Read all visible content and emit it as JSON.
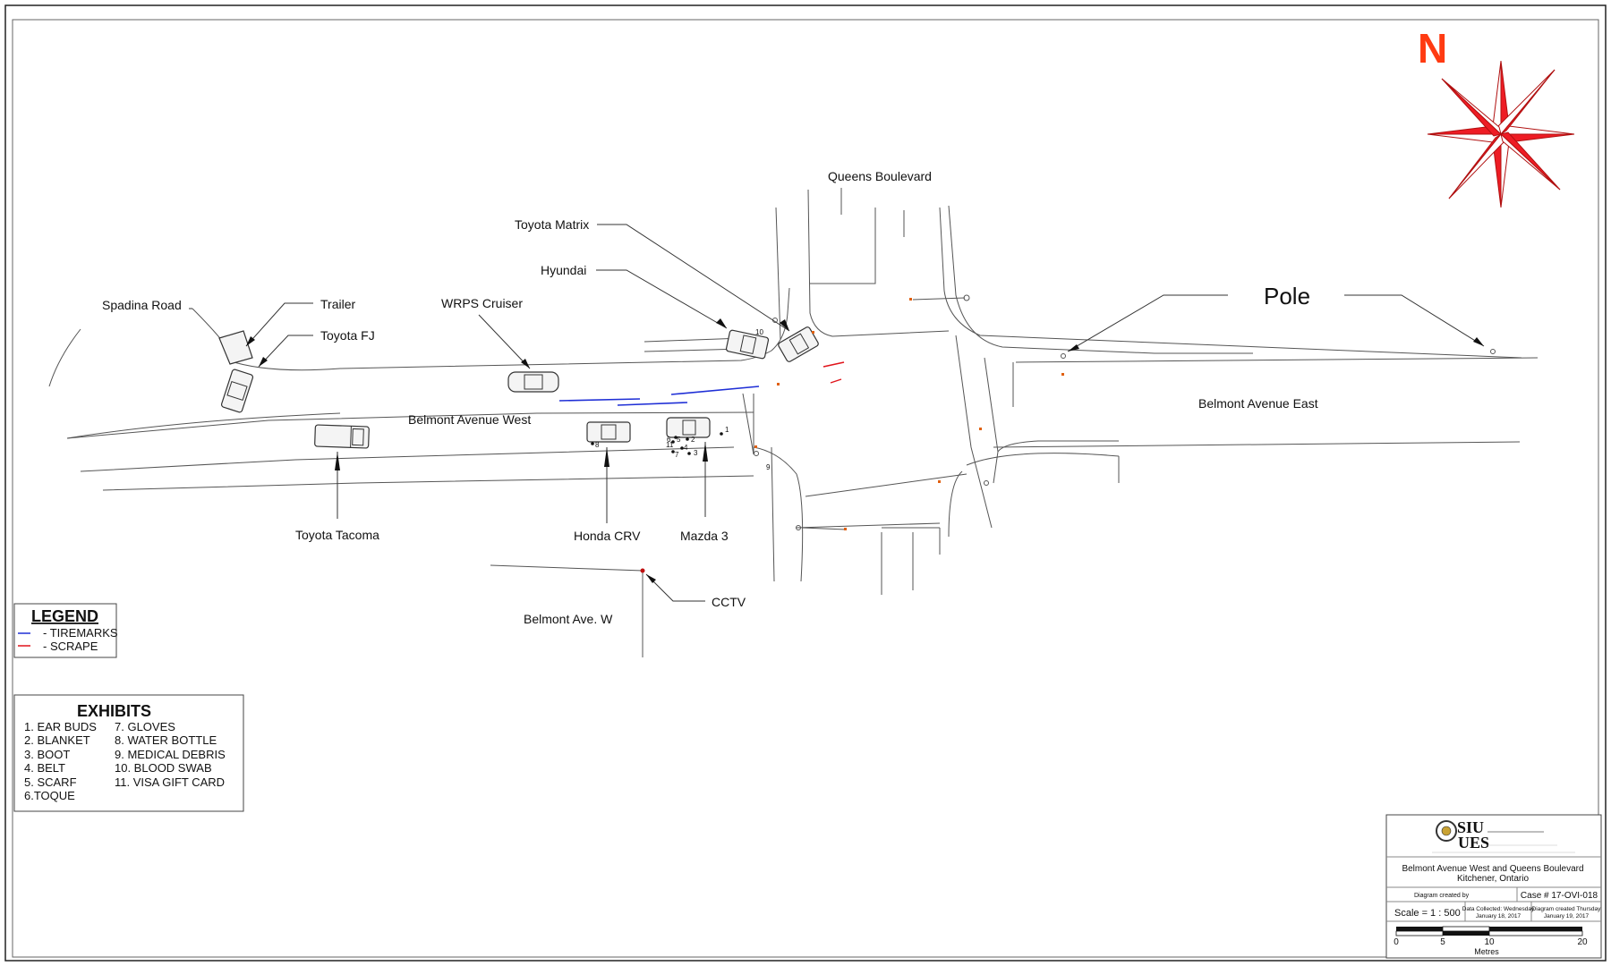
{
  "compass": {
    "letter": "N",
    "color": "#ff3b12",
    "star_color": "#ee1c24"
  },
  "labels": {
    "queens_blvd": "Queens Boulevard",
    "toyota_matrix": "Toyota Matrix",
    "hyundai": "Hyundai",
    "spadina_road": "Spadina Road",
    "trailer": "Trailer",
    "toyota_fj": "Toyota FJ",
    "wrps_cruiser": "WRPS Cruiser",
    "pole": "Pole",
    "belmont_ave_west": "Belmont Avenue West",
    "belmont_ave_east": "Belmont Avenue East",
    "toyota_tacoma": "Toyota Tacoma",
    "honda_crv": "Honda CRV",
    "mazda3": "Mazda 3",
    "cctv": "CCTV",
    "belmont_ave_w": "Belmont Ave. W"
  },
  "evidence_markers": [
    "1",
    "2",
    "3",
    "4",
    "5",
    "6",
    "7",
    "8",
    "9",
    "10",
    "11"
  ],
  "legend": {
    "title": "LEGEND",
    "items": [
      {
        "label": "- TIREMARKS",
        "color": "#1f2fd6"
      },
      {
        "label": "- SCRAPE",
        "color": "#e0131a"
      }
    ]
  },
  "exhibits": {
    "title": "EXHIBITS",
    "col1": [
      "1. EAR BUDS",
      "2. BLANKET",
      "3. BOOT",
      "4. BELT",
      "5. SCARF",
      "6.TOQUE"
    ],
    "col2": [
      "7.  GLOVES",
      "8.  WATER BOTTLE",
      "9.  MEDICAL DEBRIS",
      "10. BLOOD SWAB",
      "11. VISA GIFT CARD"
    ]
  },
  "title_block": {
    "logo_top": "SIU",
    "logo_bottom": "UES",
    "location_line1": "Belmont Avenue West and Queens Boulevard",
    "location_line2": "Kitchener, Ontario",
    "created_by_label": "Diagram created by",
    "case": "Case # 17-OVI-018",
    "scale": "Scale =  1 : 500",
    "collected_line1": "Data Collected: Wednesday",
    "collected_line2": "January 18, 2017",
    "created_line1": "Diagram created Thursday",
    "created_line2": "January 19, 2017",
    "bar_ticks": [
      "0",
      "5",
      "10",
      "20"
    ],
    "bar_unit": "Metres"
  }
}
